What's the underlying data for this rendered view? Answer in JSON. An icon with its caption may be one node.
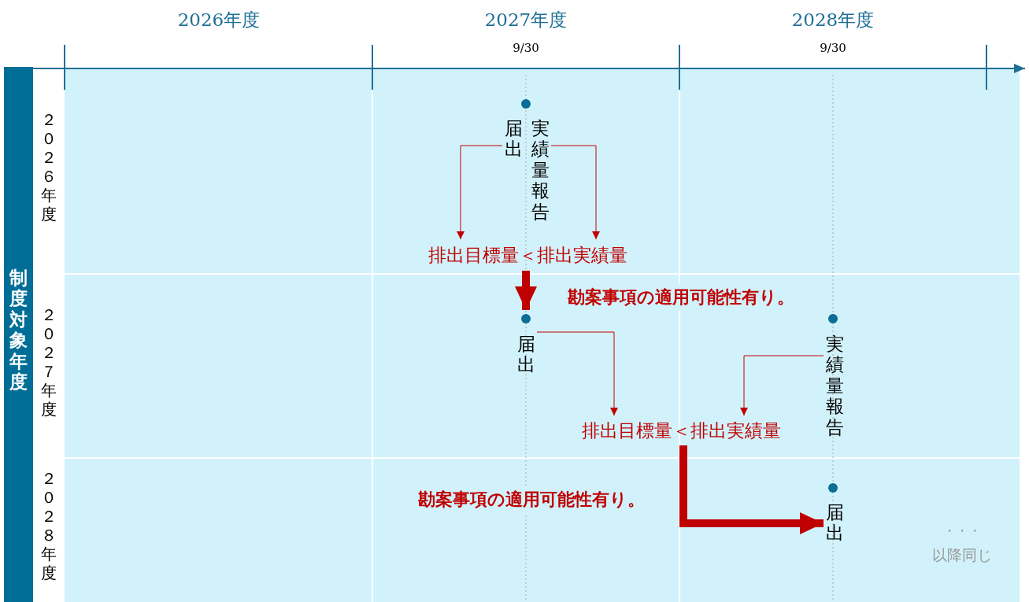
{
  "diagram": {
    "nodes": [
      {
        "text": [
          "届出"
        ]
      },
      {
        "text": [
          "実績量報告"
        ]
      },
      {
        "text": [
          "排出目標量＜排出実績量"
        ]
      },
      {
        "text": [
          "届出"
        ]
      },
      {
        "text": [
          "実績量報告"
        ]
      },
      {
        "text": [
          "排出目標量＜排出実績量"
        ]
      },
      {
        "text": [
          "届出"
        ]
      }
    ],
    "edges": [
      {
        "from": 0,
        "to": 2,
        "arrow": "to"
      },
      {
        "from": 1,
        "to": 2,
        "arrow": "to"
      },
      {
        "from": 2,
        "to": 3,
        "arrow": "to",
        "style": "thick",
        "label": "勘案事項の適用可能性有り。"
      },
      {
        "from": 3,
        "to": 5,
        "arrow": "to"
      },
      {
        "from": 4,
        "to": 5,
        "arrow": "to"
      },
      {
        "from": 5,
        "to": 6,
        "arrow": "to",
        "style": "thick",
        "label": "勘案事項の適用可能性有り。"
      }
    ],
    "labels": [
      "2026年度",
      "2027年度",
      "2028年度",
      "9/30",
      "9/30",
      "制度対象年度",
      "２０２６年度",
      "２０２７年度",
      "２０２８年度",
      "・・・",
      "以降同じ"
    ]
  }
}
